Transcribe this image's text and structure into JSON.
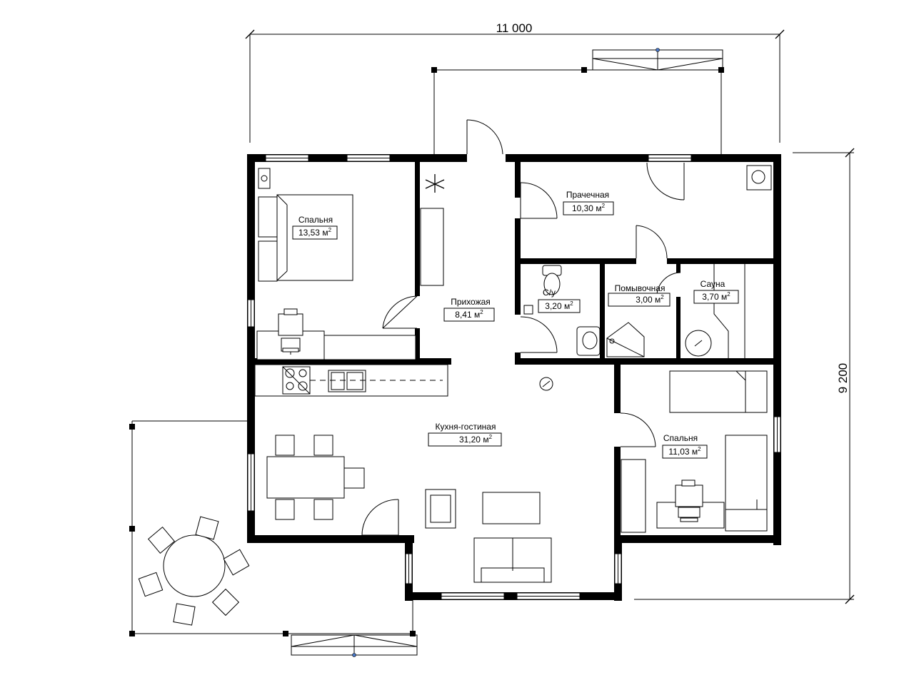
{
  "dimensions": {
    "width": "11 000",
    "height": "9 200"
  },
  "area_unit": "м",
  "area_unit_power": "2",
  "rooms": [
    {
      "id": "bedroom1",
      "name": "Спальня",
      "area": "13,53"
    },
    {
      "id": "hall",
      "name": "Прихожая",
      "area": "8,41"
    },
    {
      "id": "laundry",
      "name": "Прачечная",
      "area": "10,30"
    },
    {
      "id": "wc",
      "name": "С/у",
      "area": "3,20"
    },
    {
      "id": "washroom",
      "name": "Помывочная",
      "area": "3,00"
    },
    {
      "id": "sauna",
      "name": "Сауна",
      "area": "3,70"
    },
    {
      "id": "kitchen",
      "name": "Кухня-гостиная",
      "area": "31,20"
    },
    {
      "id": "bedroom2",
      "name": "Спальня",
      "area": "11,03"
    }
  ]
}
